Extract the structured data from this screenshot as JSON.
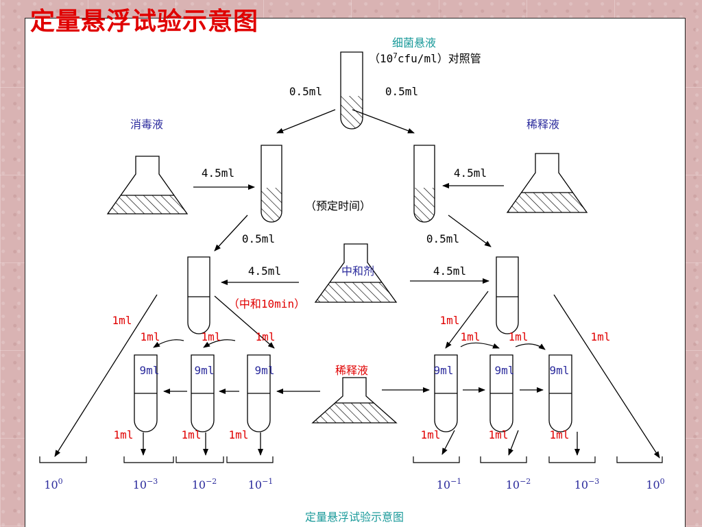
{
  "page_title": "定量悬浮试验示意图",
  "caption": "定量悬浮试验示意图",
  "colors": {
    "red": "#e00000",
    "blue": "#2a2a9c",
    "teal": "#1a9a9a",
    "black": "#000000"
  },
  "labels": {
    "bacteria": "细菌悬液",
    "control_base": "（10",
    "control_exp": "7",
    "control_rest": "cfu/ml）对照管",
    "disinfectant": "消毒液",
    "diluent_right": "稀释液",
    "diluent_center": "稀释液",
    "neutralizer": "中和剂",
    "preset_time": "（预定时间）",
    "neutralize_time": "（中和10min）",
    "vol_05": "0.5ml",
    "vol_45": "4.5ml",
    "vol_1": "1ml",
    "vol_9": "9ml"
  },
  "dilutions": {
    "left": [
      {
        "base": "10",
        "exp": "0"
      },
      {
        "base": "10",
        "exp": "−3"
      },
      {
        "base": "10",
        "exp": "−2"
      },
      {
        "base": "10",
        "exp": "−1"
      }
    ],
    "right": [
      {
        "base": "10",
        "exp": "−1"
      },
      {
        "base": "10",
        "exp": "−2"
      },
      {
        "base": "10",
        "exp": "−3"
      },
      {
        "base": "10",
        "exp": "0"
      }
    ]
  }
}
